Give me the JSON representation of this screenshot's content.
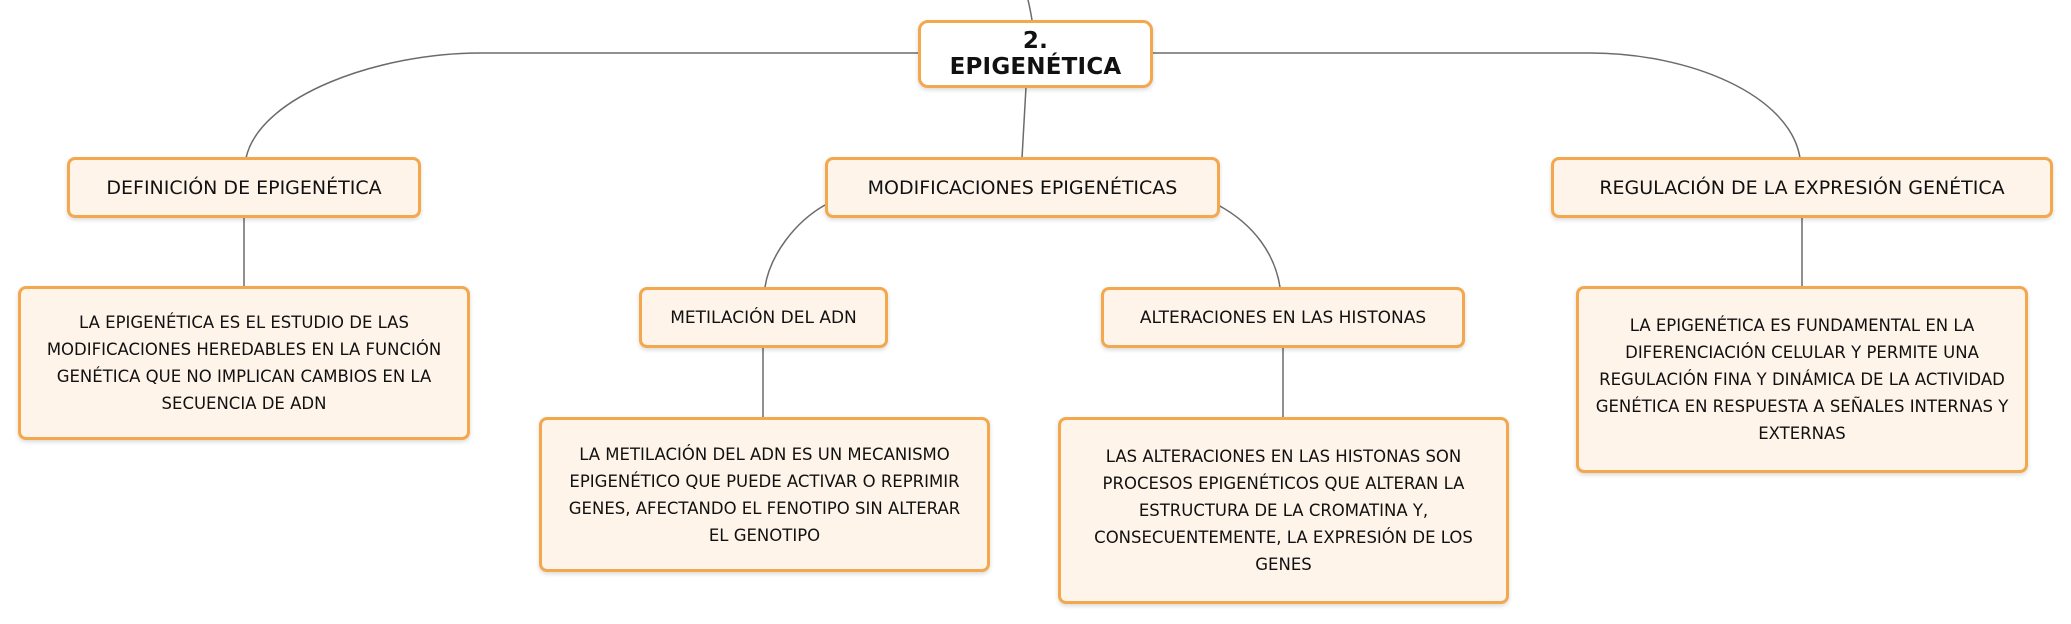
{
  "diagram": {
    "root": {
      "label": "2. EPIGENÉTICA"
    },
    "definition": {
      "label": "DEFINICIÓN DE EPIGENÉTICA",
      "detail": "LA EPIGENÉTICA ES EL ESTUDIO DE LAS MODIFICACIONES HEREDABLES EN LA FUNCIÓN GENÉTICA QUE NO IMPLICAN CAMBIOS EN LA SECUENCIA DE ADN"
    },
    "modifications": {
      "label": "MODIFICACIONES EPIGENÉTICAS",
      "methylation": {
        "label": "METILACIÓN DEL ADN",
        "detail": "LA METILACIÓN DEL ADN ES UN MECANISMO EPIGENÉTICO QUE PUEDE ACTIVAR O REPRIMIR GENES, AFECTANDO EL FENOTIPO SIN ALTERAR EL GENOTIPO"
      },
      "histones": {
        "label": "ALTERACIONES EN LAS HISTONAS",
        "detail": "LAS ALTERACIONES EN LAS HISTONAS SON PROCESOS EPIGENÉTICOS QUE ALTERAN LA ESTRUCTURA DE LA CROMATINA Y, CONSECUENTEMENTE, LA EXPRESIÓN DE LOS GENES"
      }
    },
    "regulation": {
      "label": "REGULACIÓN DE LA EXPRESIÓN GENÉTICA",
      "detail": "LA EPIGENÉTICA ES FUNDAMENTAL EN LA DIFERENCIACIÓN CELULAR Y PERMITE UNA REGULACIÓN FINA Y DINÁMICA DE LA ACTIVIDAD GENÉTICA EN RESPUESTA A SEÑALES INTERNAS Y EXTERNAS"
    }
  },
  "colors": {
    "node_border": "#f3a84e",
    "node_fill": "#fff4ea",
    "root_fill": "#ffffff",
    "connector": "#6b6b6b"
  }
}
